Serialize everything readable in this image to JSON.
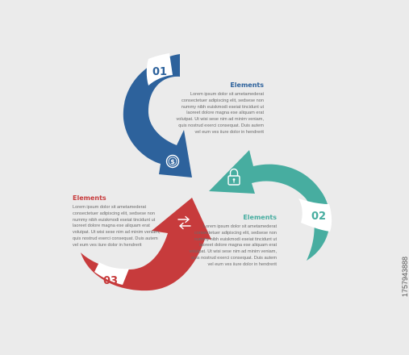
{
  "colors": {
    "background": "#ebebeb",
    "step1": "#2d629c",
    "step2": "#47ada0",
    "step3": "#c73b3c",
    "tab": "#ffffff"
  },
  "steps": [
    {
      "number": "01",
      "title": "Elements",
      "body": "Lorem ipsum dolor sit ametamederat consectetuer adipiscing elit, sedsese non nummy nibh euiskmodi eseiat tincidunt ut laoreet dolore magna ese aliquam erat volutpat. Ut wisi sese nim ad minim veniam, quis nostrud exerci consequat. Duis autem vel eum ves iiure dolor in hendrerit",
      "icon": "dollar-coin-icon"
    },
    {
      "number": "02",
      "title": "Elements",
      "body": "Lorem ipsum dolor sit ametamederat consectetuer adipiscing elit, sedsese non nummy nibh euiskmodi eseiat tincidunt ut laoreet dolore magna ese aliquam erat volutpat. Ut wisi sese nim ad minim veniam, quis nostrud exerci consequat. Duis autem vel eum ves iiure dolor in hendrerit",
      "icon": "padlock-icon"
    },
    {
      "number": "03",
      "title": "Elements",
      "body": "Lorem ipsum dolor sit ametamederat consectetuer adipiscing elit, sedsese non nummy nibh euiskmodi eseiat tincidunt ut laoreet dolore magna ese aliquam erat volutpat. Ut wisi sese nim ad minim veniam, quis nostrud exerci consequat. Duis autem vel eum ves iiure dolor in hendrerit",
      "icon": "exchange-arrows-icon"
    }
  ],
  "watermark": "1757943888"
}
